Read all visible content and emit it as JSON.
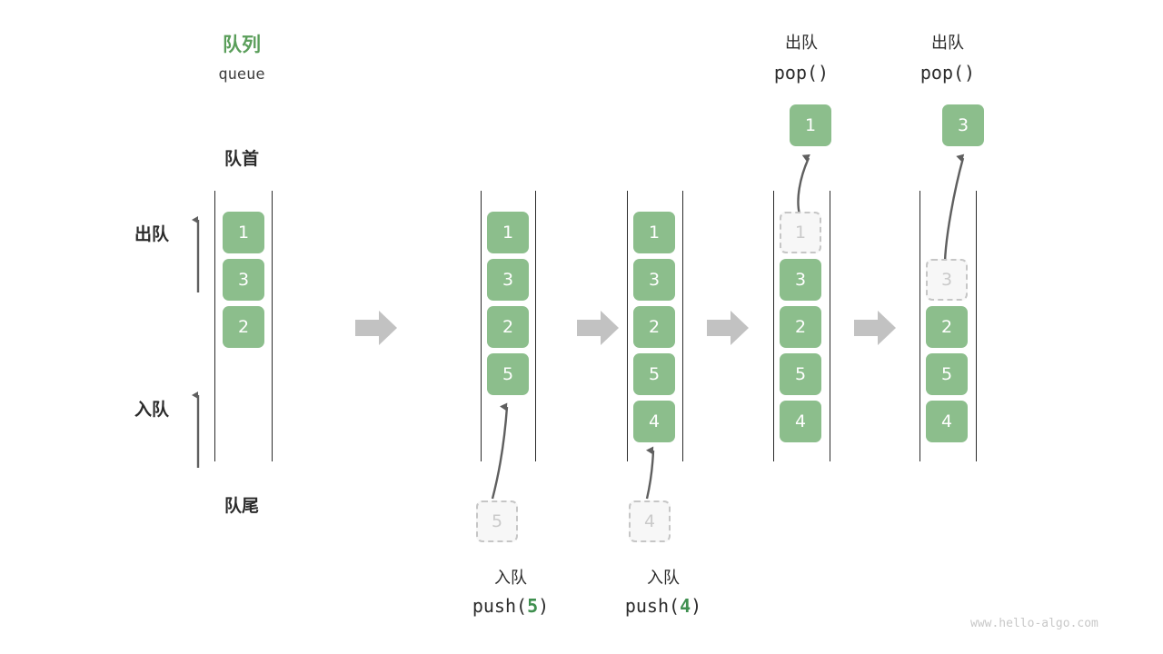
{
  "diagram": {
    "title_cn": "队列",
    "title_en": "queue",
    "head_label": "队首",
    "tail_label": "队尾",
    "dequeue_dir_label": "出队",
    "enqueue_dir_label": "入队",
    "watermark": "www.hello-algo.com",
    "colors": {
      "element_fill": "#8cbe8c",
      "element_text": "#ffffff",
      "ghost_fill": "#f7f7f7",
      "ghost_border": "#c6c6c6",
      "ghost_text": "#cacaca",
      "rail": "#2b2b2b",
      "accent_green": "#5a9e5a",
      "code_value_green": "#3f8f4f",
      "step_arrow": "#c2c2c2",
      "curve_arrow": "#5f5f5f",
      "text": "#2b2b2b",
      "watermark": "#c8c8c8"
    }
  },
  "steps": [
    {
      "id": "initial",
      "op_cn": "",
      "op_code": "",
      "op_code_value": "",
      "top_op_cn": "",
      "top_op_code": "",
      "slots": [
        {
          "value": "1",
          "state": "filled"
        },
        {
          "value": "3",
          "state": "filled"
        },
        {
          "value": "2",
          "state": "filled"
        },
        {
          "value": "",
          "state": "empty"
        },
        {
          "value": "",
          "state": "empty"
        }
      ],
      "incoming": null,
      "outgoing": null
    },
    {
      "id": "push-5",
      "op_cn": "入队",
      "op_code_prefix": "push(",
      "op_code_value": "5",
      "op_code_suffix": ")",
      "slots": [
        {
          "value": "1",
          "state": "filled"
        },
        {
          "value": "3",
          "state": "filled"
        },
        {
          "value": "2",
          "state": "filled"
        },
        {
          "value": "5",
          "state": "filled"
        },
        {
          "value": "",
          "state": "empty"
        }
      ],
      "incoming": {
        "value": "5",
        "state": "ghost"
      },
      "outgoing": null
    },
    {
      "id": "push-4",
      "op_cn": "入队",
      "op_code_prefix": "push(",
      "op_code_value": "4",
      "op_code_suffix": ")",
      "slots": [
        {
          "value": "1",
          "state": "filled"
        },
        {
          "value": "3",
          "state": "filled"
        },
        {
          "value": "2",
          "state": "filled"
        },
        {
          "value": "5",
          "state": "filled"
        },
        {
          "value": "4",
          "state": "filled"
        }
      ],
      "incoming": {
        "value": "4",
        "state": "ghost"
      },
      "outgoing": null
    },
    {
      "id": "pop-1",
      "top_op_cn": "出队",
      "top_op_code": "pop()",
      "slots": [
        {
          "value": "1",
          "state": "ghost"
        },
        {
          "value": "3",
          "state": "filled"
        },
        {
          "value": "2",
          "state": "filled"
        },
        {
          "value": "5",
          "state": "filled"
        },
        {
          "value": "4",
          "state": "filled"
        }
      ],
      "outgoing": {
        "value": "1",
        "state": "filled"
      },
      "incoming": null
    },
    {
      "id": "pop-3",
      "top_op_cn": "出队",
      "top_op_code": "pop()",
      "slots": [
        {
          "value": "",
          "state": "empty"
        },
        {
          "value": "3",
          "state": "ghost"
        },
        {
          "value": "2",
          "state": "filled"
        },
        {
          "value": "5",
          "state": "filled"
        },
        {
          "value": "4",
          "state": "filled"
        }
      ],
      "outgoing": {
        "value": "3",
        "state": "filled"
      },
      "incoming": null
    }
  ]
}
